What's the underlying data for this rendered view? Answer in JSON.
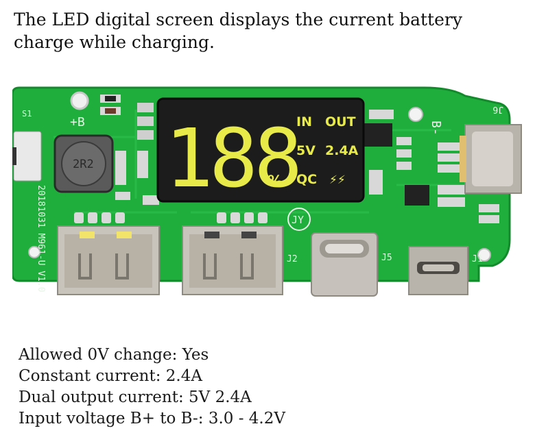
{
  "caption": "The LED digital screen displays the current battery charge while charging.",
  "display": {
    "digits": "188",
    "percent": "%",
    "in_label": "IN",
    "out_label": "OUT",
    "voltage": "5V",
    "current": "2.4A",
    "qc_label": "QC",
    "bolt_glyph": "⚡⚡"
  },
  "silkscreen": {
    "b_plus": "+B",
    "b_minus": "B-",
    "inductor": "2R2",
    "board_id": "20181031 M961-U V1.0",
    "logo": "JY",
    "j1": "J1",
    "j2": "J2",
    "j5": "J5",
    "j6": "J6",
    "sw": "S1"
  },
  "specs": [
    "Allowed 0V change: Yes",
    "Constant current: 2.4A",
    "Dual output current: 5V 2.4A",
    "Input voltage B+ to B-: 3.0 - 4.2V"
  ],
  "colors": {
    "pcb": "#1fae3c",
    "pcb_dark": "#138a2c",
    "lcd_bg": "#1c1c1c",
    "lcd_yellow": "#e8ea4a",
    "metal": "#c9c4bb"
  }
}
